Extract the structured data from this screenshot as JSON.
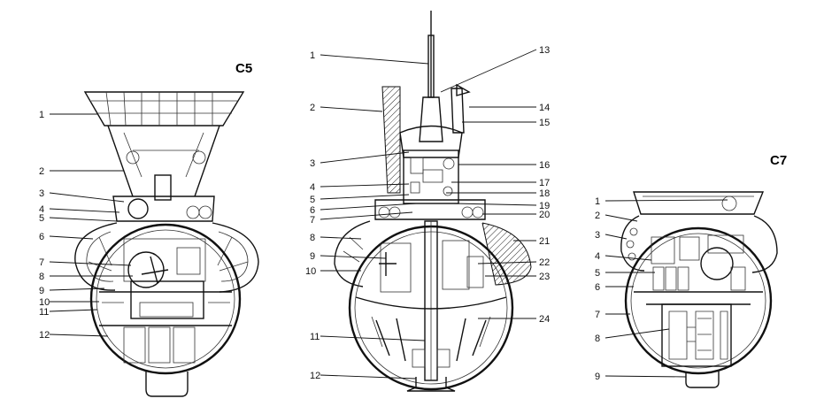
{
  "figures": [
    {
      "id": "c5",
      "title": "C5",
      "labels": [
        "1",
        "2",
        "3",
        "4",
        "5",
        "6",
        "7",
        "8",
        "9",
        "10",
        "11",
        "12"
      ]
    },
    {
      "id": "mid",
      "labels_left": [
        "1",
        "2",
        "3",
        "4",
        "5",
        "6",
        "7",
        "8",
        "9",
        "10",
        "11",
        "12"
      ],
      "labels_right": [
        "13",
        "14",
        "15",
        "16",
        "17",
        "18",
        "19",
        "20",
        "21",
        "22",
        "23",
        "24"
      ]
    },
    {
      "id": "c7",
      "title": "C7",
      "labels": [
        "1",
        "2",
        "3",
        "4",
        "5",
        "6",
        "7",
        "8",
        "9"
      ]
    }
  ]
}
